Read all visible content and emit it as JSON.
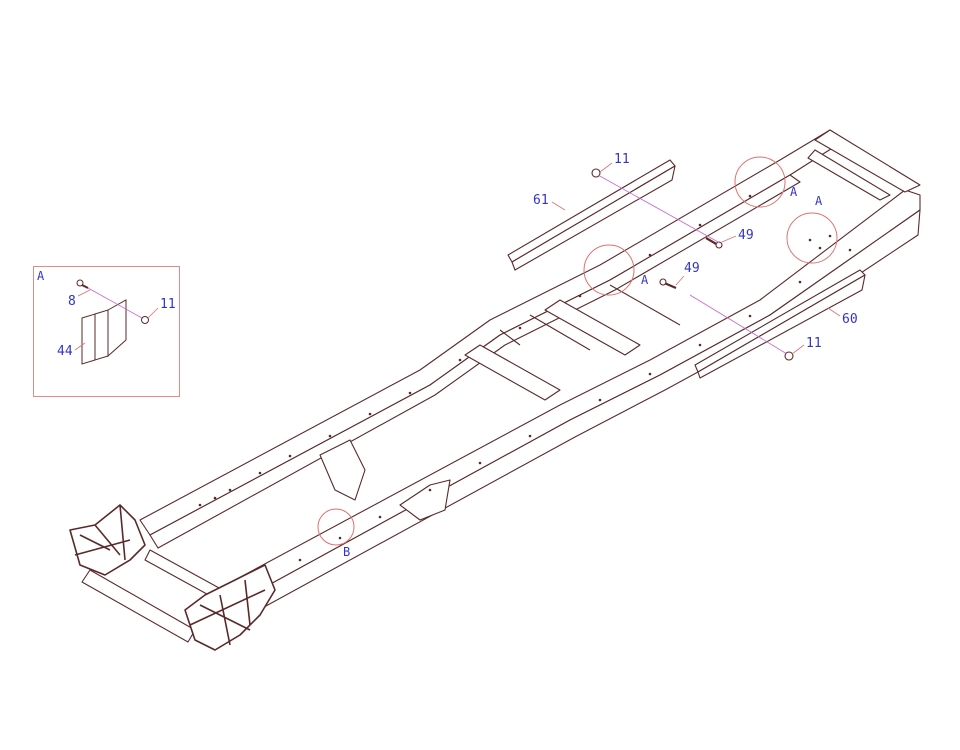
{
  "diagram": {
    "type": "exploded parts diagram",
    "subject": "truck chassis frame",
    "colors": {
      "line": "#5a2a2a",
      "label": "#3333cc",
      "callout_circle": "#e07070",
      "leader_pink": "#cc66cc",
      "detail_border": "#e08a8a"
    },
    "detail_view": {
      "title": "A",
      "parts": [
        {
          "id": "8",
          "name": "bolt"
        },
        {
          "id": "11",
          "name": "nut"
        },
        {
          "id": "44",
          "name": "bracket"
        }
      ]
    },
    "callouts": [
      {
        "id": "11",
        "position": "top-center nut"
      },
      {
        "id": "61",
        "position": "upper reinforcement rail"
      },
      {
        "id": "49",
        "position": "upper bolt"
      },
      {
        "id": "49",
        "position": "lower bolt"
      },
      {
        "id": "60",
        "position": "lower reinforcement rail"
      },
      {
        "id": "11",
        "position": "lower nut"
      }
    ],
    "view_markers": [
      {
        "label": "A",
        "position": "rear crossmember left"
      },
      {
        "label": "A",
        "position": "rear right rail"
      },
      {
        "label": "A",
        "position": "mid rail bracket"
      },
      {
        "label": "B",
        "position": "front right rail"
      }
    ]
  }
}
